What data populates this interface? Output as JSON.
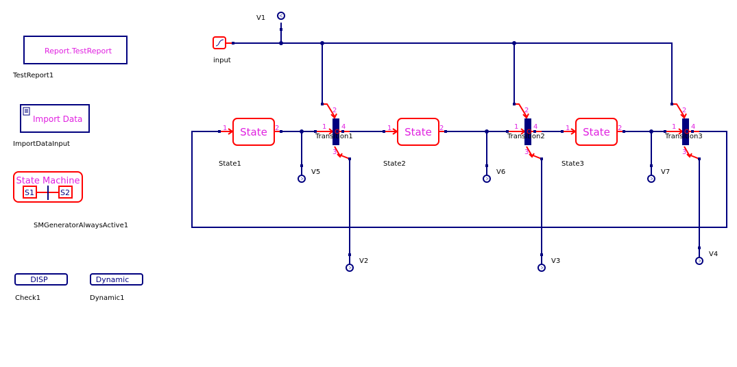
{
  "diagram": {
    "colors": {
      "wire": "#00007f",
      "state": "#ff0000",
      "text_block": "#e020e0",
      "label": "#000000"
    },
    "blocks": {
      "test_report": {
        "text": "Report.TestReport",
        "name": "TestReport1"
      },
      "import_data": {
        "text": "Import Data",
        "name": "ImportDataInput"
      },
      "sm_generator": {
        "title": "State Machine",
        "s1": "S1",
        "s2": "S2",
        "name": "SMGeneratorAlwaysActive1"
      },
      "check": {
        "text": "DISP",
        "name": "Check1"
      },
      "dynamic": {
        "text": "Dynamic",
        "name": "Dynamic1"
      },
      "input": {
        "name": "input"
      }
    },
    "states": [
      {
        "text": "State",
        "name": "State1",
        "in_port": "1",
        "out_port": "2"
      },
      {
        "text": "State",
        "name": "State2",
        "in_port": "1",
        "out_port": "2"
      },
      {
        "text": "State",
        "name": "State3",
        "in_port": "1",
        "out_port": "2"
      }
    ],
    "transitions": [
      {
        "name": "Transition1",
        "ports": [
          "1",
          "2",
          "3",
          "4"
        ]
      },
      {
        "name": "Transition2",
        "ports": [
          "1",
          "2",
          "3",
          "4"
        ]
      },
      {
        "name": "Transition3",
        "ports": [
          "1",
          "2",
          "3",
          "4"
        ]
      }
    ],
    "variables": [
      "V1",
      "V2",
      "V3",
      "V4",
      "V5",
      "V6",
      "V7"
    ]
  }
}
